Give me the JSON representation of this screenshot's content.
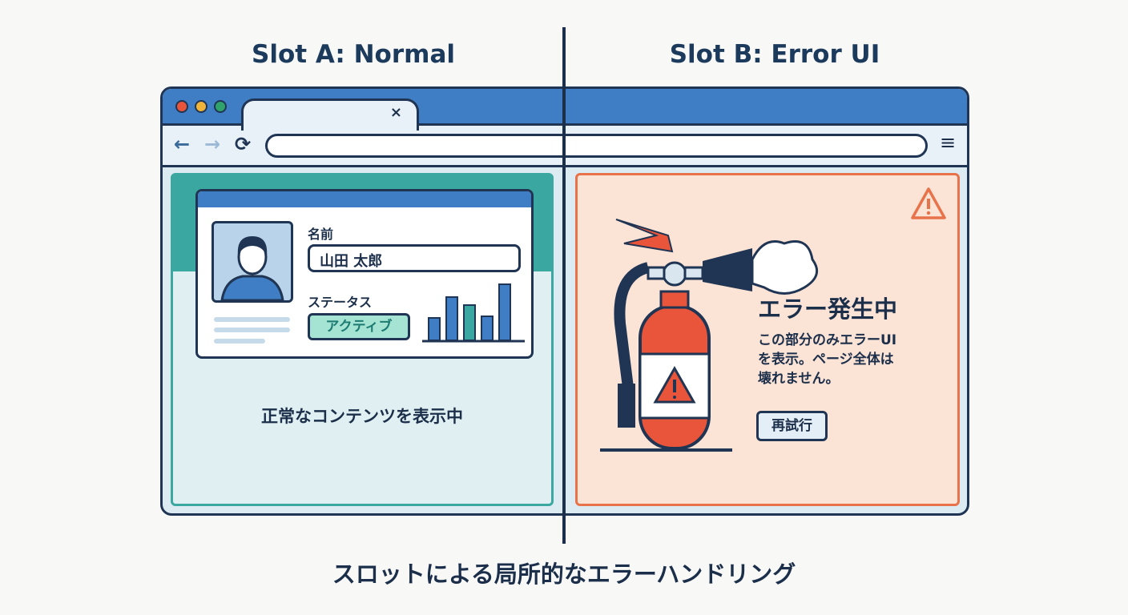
{
  "slot_a_title": "Slot A: Normal",
  "slot_b_title": "Slot B: Error UI",
  "browser": {
    "tab_close": "×",
    "back_icon": "←",
    "forward_icon": "→",
    "reload_icon": "⟳",
    "menu_icon": "≡"
  },
  "normal": {
    "name_label": "名前",
    "name_value": "山田 太郎",
    "status_label": "ステータス",
    "status_value": "アクティブ",
    "message": "正常なコンテンツを表示中"
  },
  "error": {
    "title": "エラー発生中",
    "message_lines": [
      "この部分のみエラーUI",
      "を表示。ページ全体は",
      "壊れません。"
    ],
    "retry_label": "再試行"
  },
  "caption": "スロットによる局所的なエラーハンドリング",
  "colors": {
    "accent": "#3f7ec4",
    "ok": "#3aa8a0",
    "error": "#e8724a",
    "navy": "#1f3553"
  }
}
